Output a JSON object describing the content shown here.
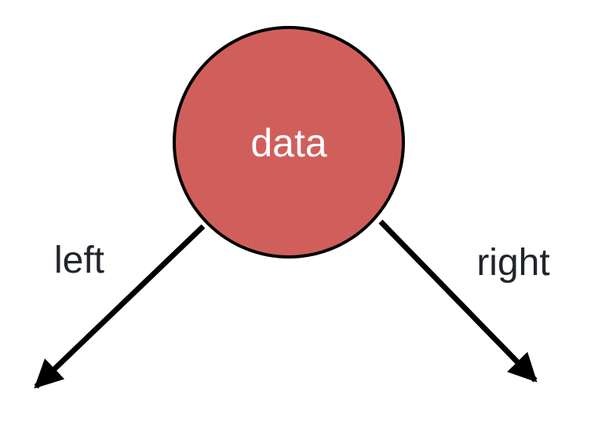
{
  "diagram": {
    "background": "#ffffff",
    "node": {
      "label": "data",
      "fill": "#d05f5c",
      "stroke": "#000000",
      "text_color": "#ffffff"
    },
    "edge_color": "#000000",
    "label_color": "#21242a",
    "edges": [
      {
        "label": "left",
        "direction": "down-left"
      },
      {
        "label": "right",
        "direction": "down-right"
      }
    ]
  }
}
